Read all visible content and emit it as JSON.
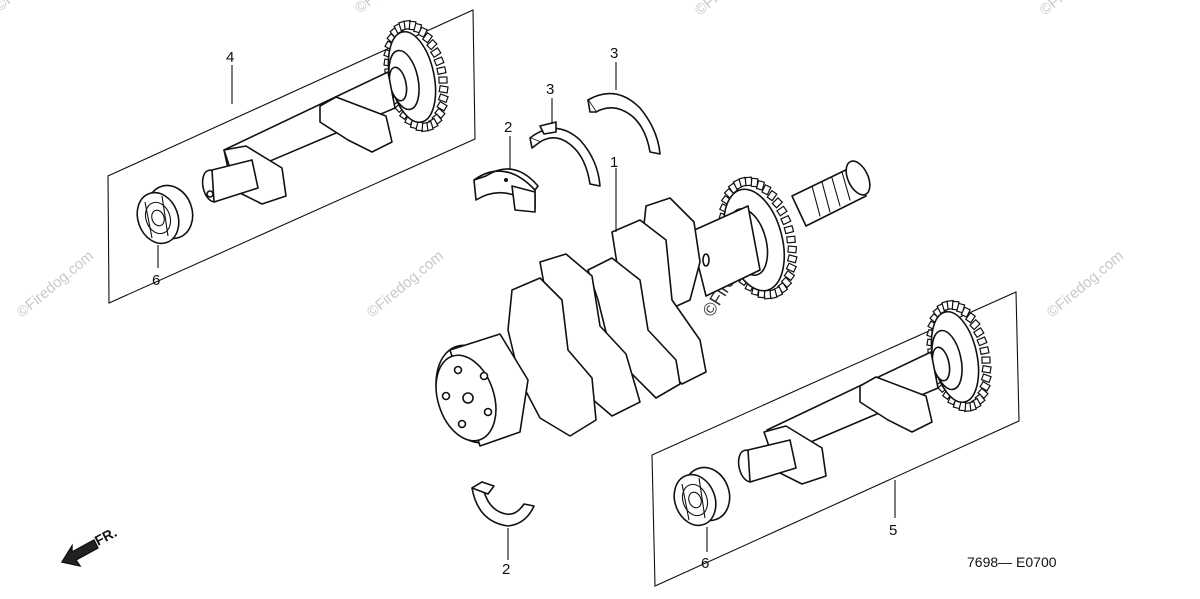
{
  "callouts": {
    "crankshaft": "1",
    "bearing_upper": "2",
    "bearing_lower": "2",
    "thrust_washer_a": "3",
    "thrust_washer_b": "3",
    "balancer_upper": "4",
    "balancer_lower": "5",
    "ball_bearing_upper": "6",
    "ball_bearing_lower": "6"
  },
  "diagram_code": "7698— E0700",
  "front_arrow_label": "FR.",
  "watermark_text": "©Firedog.com"
}
